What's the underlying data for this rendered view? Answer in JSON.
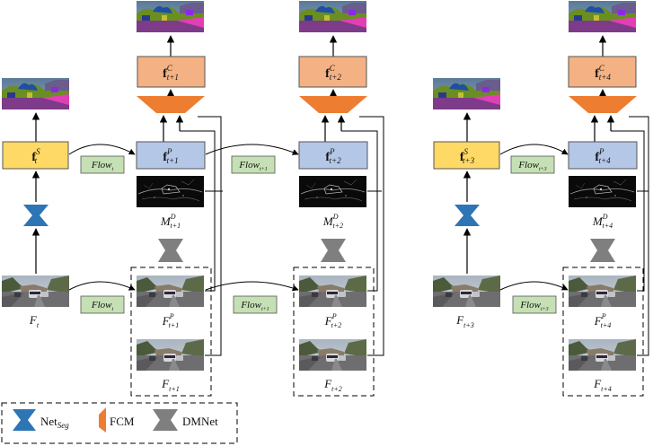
{
  "diagram": {
    "feature_boxes": {
      "seg_t": {
        "base": "f",
        "sup": "S",
        "sub": "t"
      },
      "prop_t1": {
        "base": "f",
        "sup": "P",
        "sub": "t+1"
      },
      "prop_t2": {
        "base": "f",
        "sup": "P",
        "sub": "t+2"
      },
      "seg_t3": {
        "base": "f",
        "sup": "S",
        "sub": "t+3"
      },
      "prop_t4": {
        "base": "f",
        "sup": "P",
        "sub": "t+4"
      },
      "corr_t1": {
        "base": "f",
        "sup": "C",
        "sub": "t+1"
      },
      "corr_t2": {
        "base": "f",
        "sup": "C",
        "sub": "t+2"
      },
      "corr_t4": {
        "base": "f",
        "sup": "C",
        "sub": "t+4"
      }
    },
    "flow_boxes": {
      "top_t": {
        "base": "Flow",
        "sub": "t"
      },
      "top_t1": {
        "base": "Flow",
        "sub": "t+1"
      },
      "top_t3": {
        "base": "Flow",
        "sub": "t+3"
      },
      "bot_t": {
        "base": "Flow",
        "sub": "t"
      },
      "bot_t1": {
        "base": "Flow",
        "sub": "t+1"
      },
      "bot_t3": {
        "base": "Flow",
        "sub": "t+3"
      }
    },
    "frame_labels": {
      "f_t": {
        "base": "F",
        "sup": "",
        "sub": "t"
      },
      "f_t3": {
        "base": "F",
        "sup": "",
        "sub": "t+3"
      },
      "fp_t1": {
        "base": "F",
        "sup": "P",
        "sub": "t+1"
      },
      "fp_t2": {
        "base": "F",
        "sup": "P",
        "sub": "t+2"
      },
      "fp_t4": {
        "base": "F",
        "sup": "P",
        "sub": "t+4"
      },
      "f_t1": {
        "base": "F",
        "sup": "",
        "sub": "t+1"
      },
      "f_t2": {
        "base": "F",
        "sup": "",
        "sub": "t+2"
      },
      "f_t4": {
        "base": "F",
        "sup": "",
        "sub": "t+4"
      }
    },
    "diff_labels": {
      "m_t1": {
        "base": "M",
        "sup": "D",
        "sub": "t+1"
      },
      "m_t2": {
        "base": "M",
        "sup": "D",
        "sub": "t+2"
      },
      "m_t4": {
        "base": "M",
        "sup": "D",
        "sub": "t+4"
      }
    },
    "legend": {
      "netseg": {
        "base": "Net",
        "sub": "Seg"
      },
      "fcm": "FCM",
      "dmnet": "DMNet"
    }
  },
  "colors": {
    "seg_feature": "#ffd966",
    "prop_feature": "#b4c7e7",
    "corr_feature": "#f4b183",
    "flow_box": "#c5e0b4",
    "netseg_icon": "#2e75b6",
    "fcm_icon": "#ed7d31",
    "dmnet_icon": "#7f7f7f"
  },
  "icons": {
    "segmentation_output": "segmentation-map-thumbnail",
    "video_frame": "street-scene-thumbnail",
    "difference_map": "difference-map-thumbnail"
  }
}
